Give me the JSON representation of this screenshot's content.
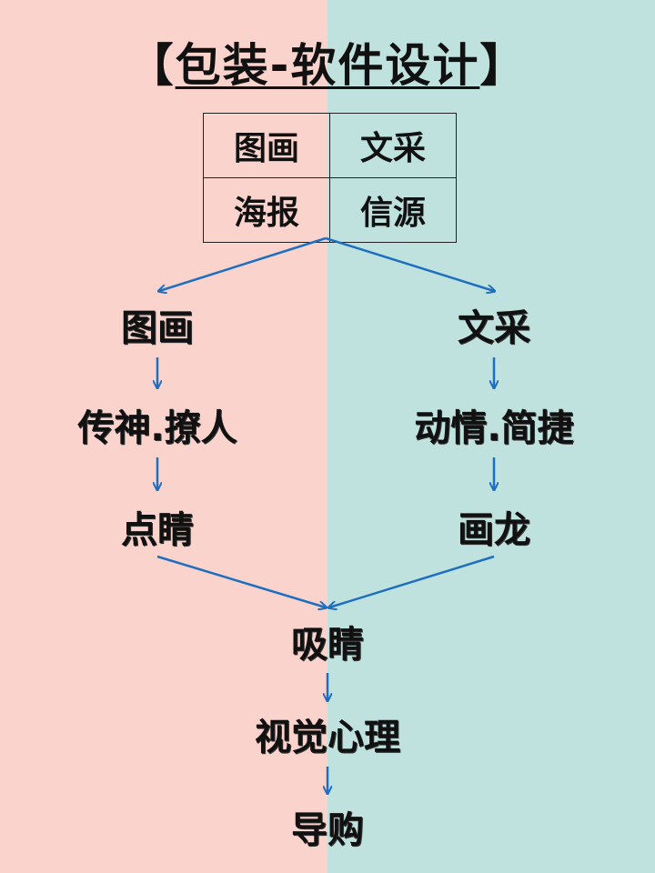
{
  "colors": {
    "left_bg": "#fbd3cd",
    "right_bg": "#bfe2df",
    "arrow": "#1e6fbf"
  },
  "title": {
    "bracket_open": "【",
    "main": "包装-软件设计",
    "bracket_close": "】"
  },
  "grid": [
    [
      "图画",
      "文采"
    ],
    [
      "海报",
      "信源"
    ]
  ],
  "left_branch": {
    "n1": "图画",
    "n2": "传神.撩人",
    "n3": "点睛"
  },
  "right_branch": {
    "n1": "文采",
    "n2": "动情.简捷",
    "n3": "画龙"
  },
  "center": {
    "n1": "吸睛",
    "n2": "视觉心理",
    "n3": "导购"
  }
}
